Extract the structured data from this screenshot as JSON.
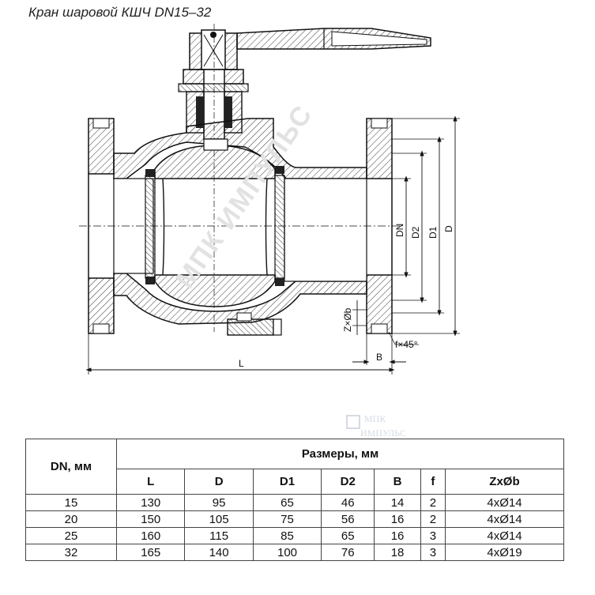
{
  "title": "Кран шаровой КШЧ DN15–32",
  "drawing": {
    "dim_labels": {
      "dn": "DN",
      "d2": "D2",
      "d1": "D1",
      "d": "D",
      "l": "L",
      "b": "B",
      "chamfer": "f×45°",
      "holes": "Z×Øb"
    }
  },
  "watermark": {
    "diagonal": "МПК ИМПУЛЬС",
    "logo_line1": "МПК",
    "logo_line2": "ИМПУЛЬС"
  },
  "table": {
    "row_header": "DN, мм",
    "group_header": "Размеры, мм",
    "columns": [
      "L",
      "D",
      "D1",
      "D2",
      "B",
      "f",
      "ZxØb"
    ],
    "rows": [
      [
        "15",
        "130",
        "95",
        "65",
        "46",
        "14",
        "2",
        "4xØ14"
      ],
      [
        "20",
        "150",
        "105",
        "75",
        "56",
        "16",
        "2",
        "4xØ14"
      ],
      [
        "25",
        "160",
        "115",
        "85",
        "65",
        "16",
        "3",
        "4xØ14"
      ],
      [
        "32",
        "165",
        "140",
        "100",
        "76",
        "18",
        "3",
        "4xØ19"
      ]
    ]
  }
}
